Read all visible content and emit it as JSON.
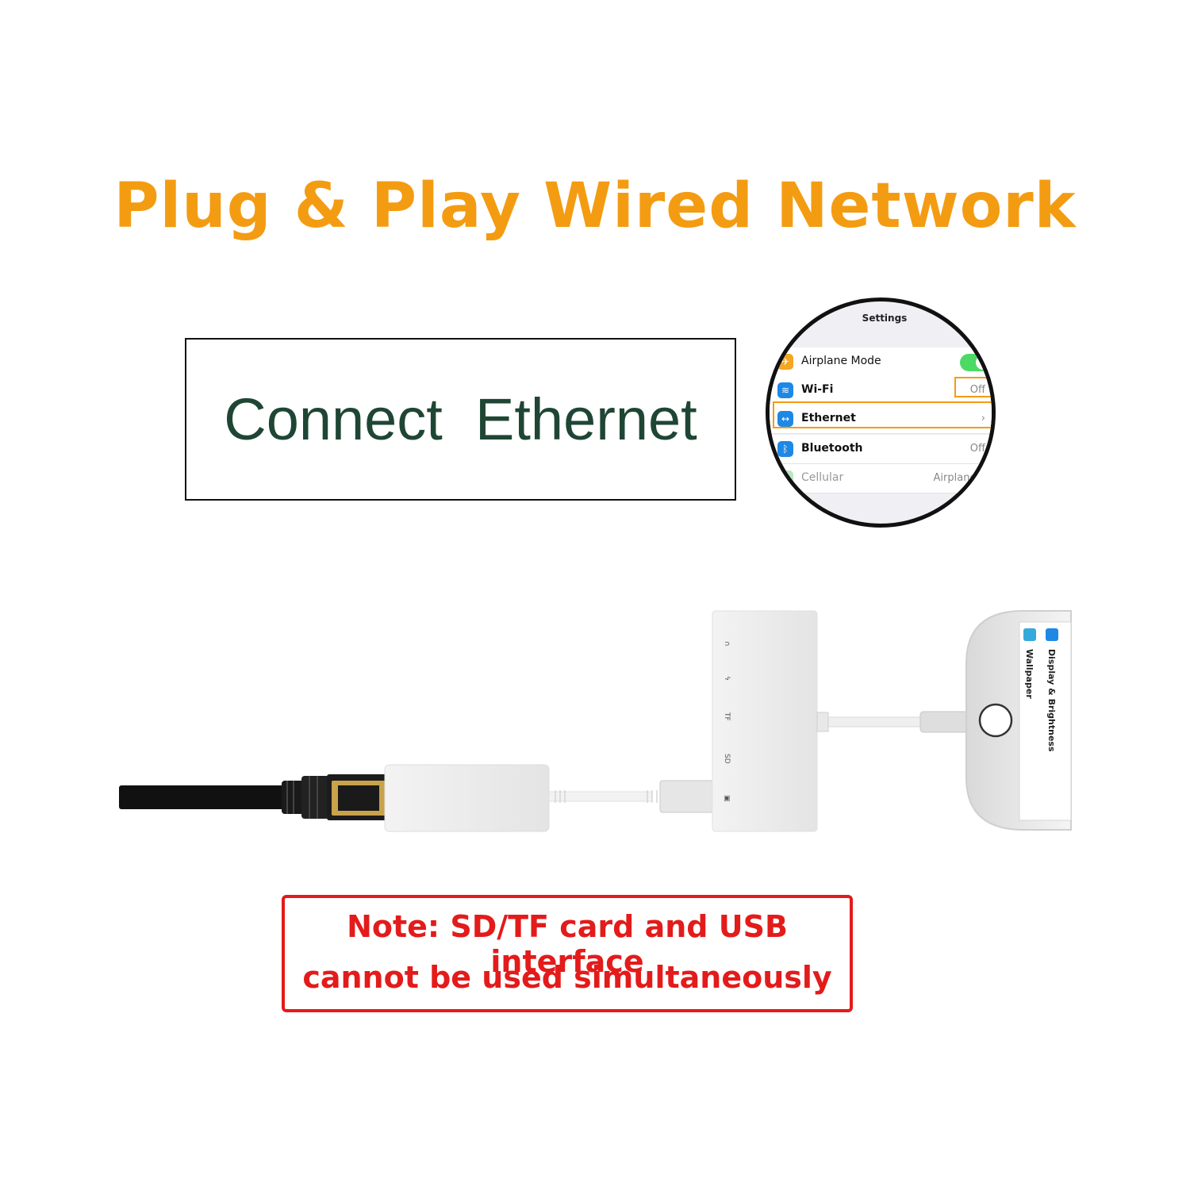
{
  "headline": "Plug & Play Wired Network",
  "connect_label": "Connect  Ethernet",
  "settings": {
    "title": "Settings",
    "rows": [
      {
        "label": "Airplane Mode",
        "value": ""
      },
      {
        "label": "Wi-Fi",
        "value": "Off"
      },
      {
        "label": "Ethernet",
        "value": ""
      },
      {
        "label": "Bluetooth",
        "value": "Off"
      },
      {
        "label": "Cellular",
        "value": "Airplane Mode"
      }
    ],
    "colors": {
      "airplane": "#f5a623",
      "wifi": "#1e88e5",
      "ethernet": "#1e88e5",
      "bluetooth": "#1e88e5",
      "cellular": "#4cd964",
      "highlight": "#f39c12"
    }
  },
  "hub_ports": [
    "∩",
    "ϟ",
    "TF",
    "SD",
    "▣"
  ],
  "phone_screen": {
    "rows": [
      {
        "label": "Display & Brightness",
        "icon": "display-icon"
      },
      {
        "label": "Wallpaper",
        "icon": "wallpaper-icon"
      }
    ]
  },
  "note": {
    "line1": "Note: SD/TF card and USB interface",
    "line2": "cannot be used simultaneously"
  }
}
